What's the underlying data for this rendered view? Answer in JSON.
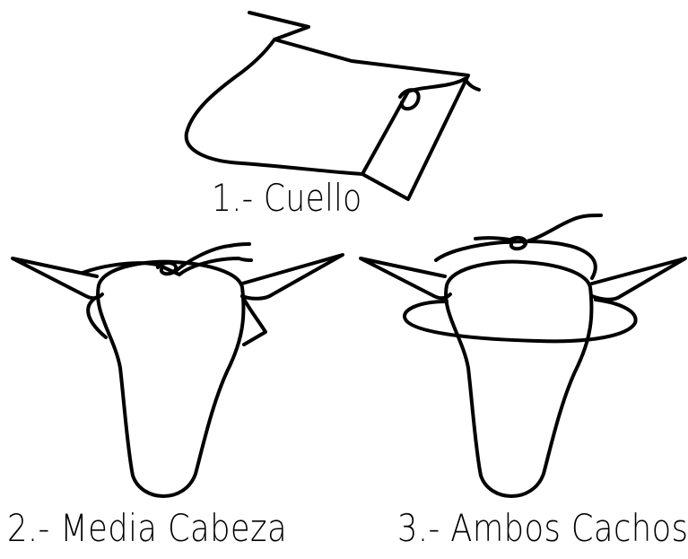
{
  "diagram": {
    "items": [
      {
        "label": "1.- Cuello"
      },
      {
        "label": "2.- Media Cabeza"
      },
      {
        "label": "3.- Ambos Cachos"
      }
    ]
  }
}
